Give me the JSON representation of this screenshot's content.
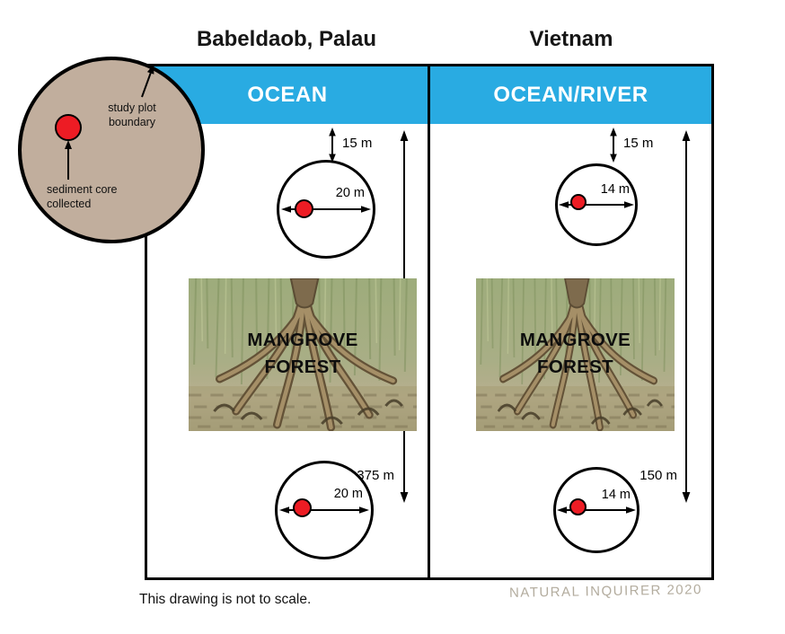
{
  "legend": {
    "boundary_label": "study plot\nboundary",
    "core_label": "sediment core\ncollected"
  },
  "panels": [
    {
      "title": "Babeldaob, Palau",
      "banner": "OCEAN",
      "offshore_distance": "15 m",
      "top_plot_diameter": "20 m",
      "bottom_plot_diameter": "20 m",
      "forest_label": "MANGROVE\nFOREST",
      "transect_length": "375 m"
    },
    {
      "title": "Vietnam",
      "banner": "OCEAN/RIVER",
      "offshore_distance": "15 m",
      "top_plot_diameter": "14 m",
      "bottom_plot_diameter": "14 m",
      "forest_label": "MANGROVE\nFOREST",
      "transect_length": "150 m"
    }
  ],
  "footer": {
    "scale_note": "This drawing is not to scale.",
    "credit": "NATURAL INQUIRER 2020"
  },
  "colors": {
    "water_blue": "#29ABE2",
    "core_red": "#ED1C24",
    "legend_tan": "#C1AE9D"
  }
}
